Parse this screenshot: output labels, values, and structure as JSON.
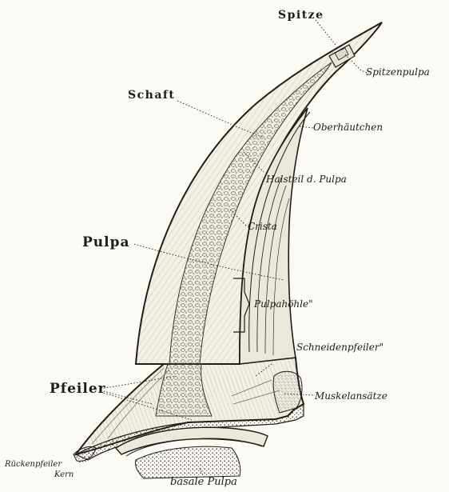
{
  "labels": {
    "spitze": "Spitze",
    "spitzenpulpa": "Spitzenpulpa",
    "schaft": "Schaft",
    "oberhaeutchen": "Oberhäutchen",
    "halsteil": "Halsteil d. Pulpa",
    "crista": "Crista",
    "pulpa": "Pulpa",
    "pulpahoehle": "Pulpahöhle\"",
    "schneidenpfeiler": "Schneidenpfeiler\"",
    "pfeiler": "Pfeiler",
    "muskelansaetze": "Muskelansätze",
    "rueckenpfeiler": "Rückenpfeiler",
    "kern": "Kern",
    "basale_pulpa": "basale Pulpa"
  }
}
